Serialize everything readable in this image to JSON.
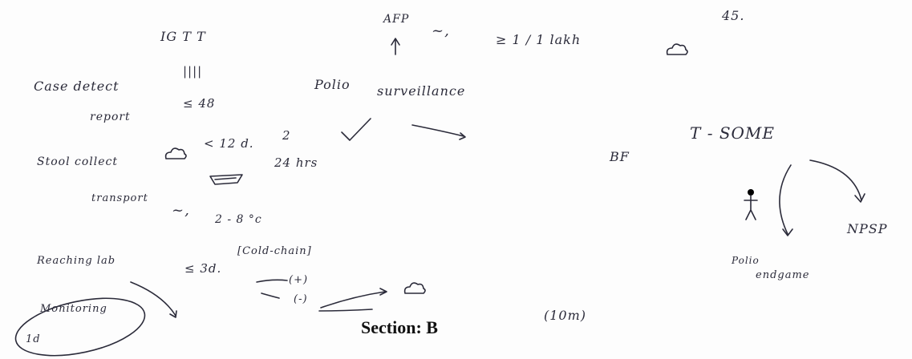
{
  "section_label": "Section: B",
  "notes": {
    "igt": "IG T T",
    "tally": "||||",
    "afp": "AFP",
    "afp_tilde": "~,",
    "afp_rate": "≥ 1 / 1 lakh",
    "top_right_number": "45.",
    "case_detect": "Case detect",
    "report": "report",
    "report_time": "≤ 48",
    "polio": "Polio",
    "surveillance": "surveillance",
    "stool_collect": "Stool collect",
    "stool_time": "< 12 d.",
    "stool_two": "2",
    "stool_24": "24 hrs",
    "transport": "transport",
    "transport_tilde": "~,",
    "transport_temp": "2 - 8 °c",
    "reaching_lab": "Reaching lab",
    "reaching_time": "≤ 3d.",
    "cold_chain": "[Cold-chain]",
    "plus": "(+)",
    "minus": "(-)",
    "monitoring": "Monitoring",
    "monitoring_time": "1d",
    "ten_m": "(10m)",
    "bf": "BF",
    "t_some": "T - SOME",
    "npsp": "NPSP",
    "polio_endgame_1": "Polio",
    "polio_endgame_2": "endgame"
  }
}
